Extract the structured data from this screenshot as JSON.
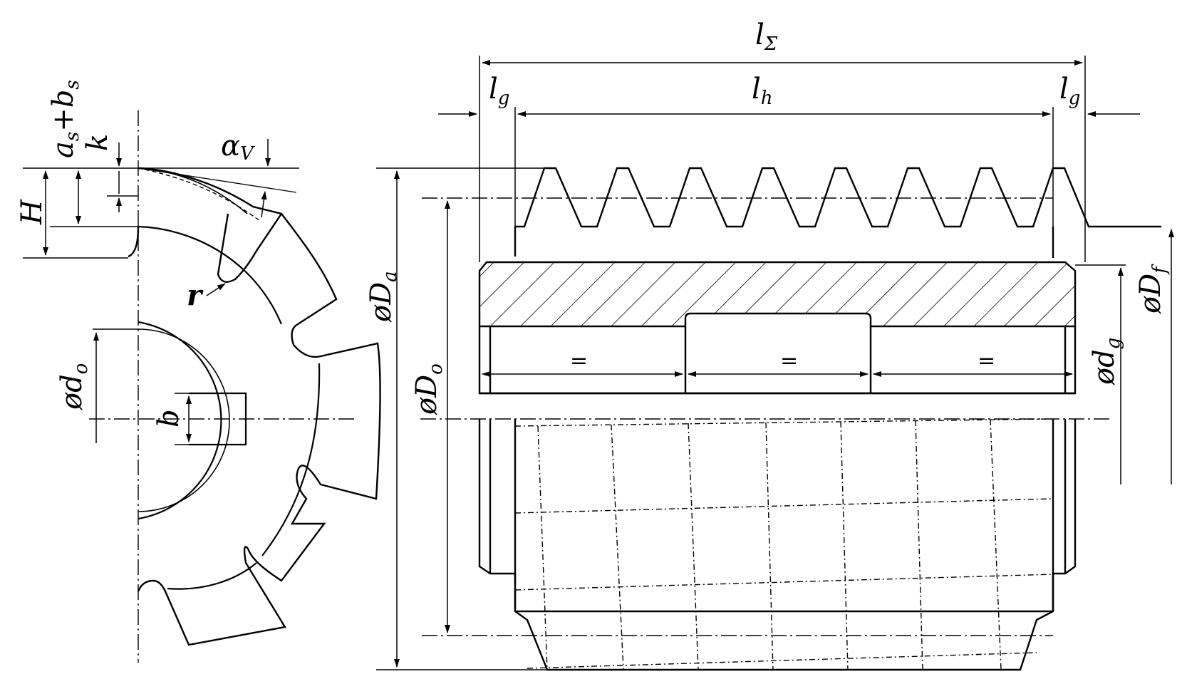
{
  "labels": {
    "l_sigma": {
      "main": "l",
      "sub": "Σ"
    },
    "l_g_left": {
      "main": "l",
      "sub": "g"
    },
    "l_h": {
      "main": "l",
      "sub": "h"
    },
    "l_g_right": {
      "main": "l",
      "sub": "g"
    },
    "as_bs": {
      "a": "a",
      "a_sub": "s",
      "plus": "+",
      "b": "b",
      "b_sub": "s"
    },
    "k": "k",
    "alpha_v": {
      "main": "α",
      "sub": "V"
    },
    "H": "H",
    "r": "r",
    "d_o": {
      "main": "ød",
      "sub": "o"
    },
    "b": "b",
    "D_a": {
      "main": "øD",
      "sub": "a"
    },
    "D_o": {
      "main": "øD",
      "sub": "o"
    },
    "D_f": {
      "main": "øD",
      "sub": "f"
    },
    "d_g": {
      "main": "ød",
      "sub": "g"
    },
    "equal_signs": [
      "=",
      "=",
      "="
    ]
  }
}
